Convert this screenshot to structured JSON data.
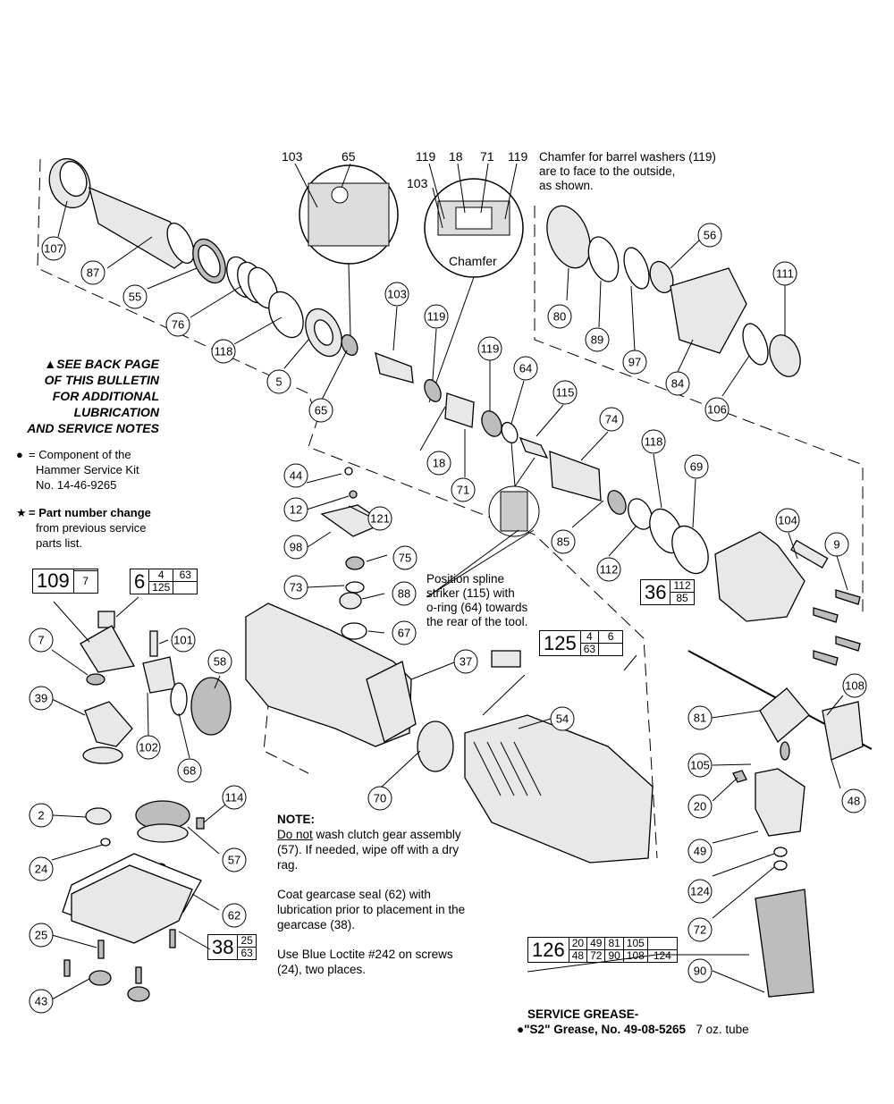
{
  "notes": {
    "see_back": [
      "▲SEE BACK PAGE",
      "OF THIS BULLETIN",
      "FOR ADDITIONAL",
      "LUBRICATION",
      "AND SERVICE NOTES"
    ],
    "legend_kit_symbol": "●",
    "legend_kit_line1": "= Component of the",
    "legend_kit_line2": "Hammer Service Kit",
    "legend_kit_line3": "No. 14-46-9265",
    "legend_change_symbol": "★",
    "legend_change_line1": "= Part number change",
    "legend_change_line2": "from previous service",
    "legend_change_line3": "parts list.",
    "chamfer_note": [
      "Chamfer for barrel washers (119)",
      "are to face to the outside,",
      "as shown."
    ],
    "chamfer_label": "Chamfer",
    "spline_note": [
      "Position spline",
      "striker (115) with",
      "o-ring (64) towards",
      "the rear of the tool."
    ],
    "note_heading": "NOTE:",
    "note_underlined": "Do not",
    "note_p1_rest": " wash clutch gear assembly (57). If needed, wipe off with a dry rag.",
    "note_p2": "Coat gearcase seal (62) with lubrication prior to placement in the gearcase (38).",
    "note_p3": "Use Blue Loctite #242 on screws (24), two places.",
    "grease_title": "SERVICE GREASE-",
    "grease_line_sym": "●",
    "grease_line": "\"S2\" Grease, No. 49-08-5265",
    "grease_size": "7 oz. tube"
  },
  "detail_labels": {
    "d1_a": "103",
    "d1_b": "65",
    "d2_a": "119",
    "d2_b": "18",
    "d2_c": "71",
    "d2_d": "119",
    "d2_e": "103"
  },
  "kits": {
    "k109": {
      "main": "109",
      "r1": [
        ""
      ],
      "r2": [
        "7"
      ]
    },
    "k6": {
      "main": "6",
      "r1": [
        "4",
        "63"
      ],
      "r2": [
        "125",
        ""
      ]
    },
    "k36": {
      "main": "36",
      "r1": [
        "112"
      ],
      "r2": [
        "85"
      ]
    },
    "k125": {
      "main": "125",
      "r1": [
        "4",
        "6"
      ],
      "r2": [
        "63",
        ""
      ]
    },
    "k38": {
      "main": "38",
      "r1": [
        "25"
      ],
      "r2": [
        "63"
      ]
    },
    "k126": {
      "main": "126",
      "r1": [
        "20",
        "49",
        "81",
        "105",
        ""
      ],
      "r2": [
        "48",
        "72",
        "90",
        "108",
        "124"
      ]
    }
  },
  "callouts": [
    "107",
    "87",
    "55",
    "76",
    "118",
    "5",
    "65",
    "103",
    "119",
    "18",
    "119",
    "71",
    "64",
    "115",
    "74",
    "80",
    "89",
    "97",
    "56",
    "84",
    "111",
    "106",
    "118",
    "69",
    "85",
    "112",
    "104",
    "9",
    "44",
    "12",
    "121",
    "98",
    "75",
    "73",
    "88",
    "67",
    "101",
    "58",
    "7",
    "39",
    "102",
    "68",
    "37",
    "54",
    "70",
    "108",
    "81",
    "105",
    "20",
    "48",
    "49",
    "124",
    "72",
    "90",
    "2",
    "114",
    "24",
    "57",
    "62",
    "25",
    "43"
  ]
}
